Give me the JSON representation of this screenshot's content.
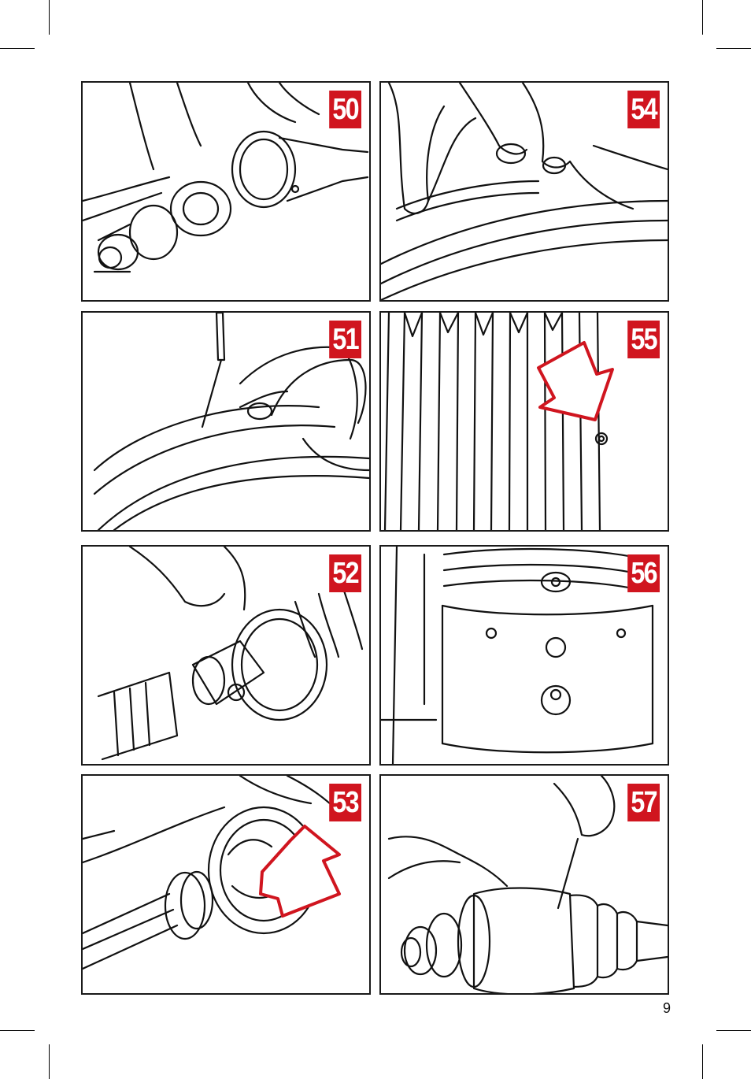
{
  "page_number": "9",
  "panels": {
    "p50": {
      "number": "50"
    },
    "p51": {
      "number": "51"
    },
    "p52": {
      "number": "52"
    },
    "p53": {
      "number": "53"
    },
    "p54": {
      "number": "54"
    },
    "p55": {
      "number": "55"
    },
    "p56": {
      "number": "56"
    },
    "p57": {
      "number": "57"
    }
  },
  "colors": {
    "badge": "#d0151f",
    "arrow": "#d0151f",
    "line_art": "#111111"
  },
  "icons": [
    "crop-mark",
    "red-arrow"
  ]
}
